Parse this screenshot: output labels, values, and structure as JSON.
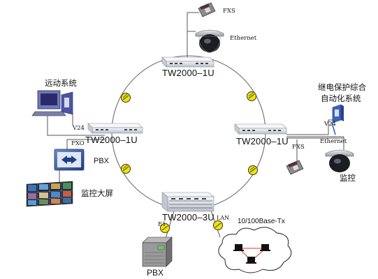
{
  "nodes": {
    "top": "TW2000–1U",
    "left": "TW2000–1U",
    "right": "TW2000–1U",
    "bottom": "TW2000–3U"
  },
  "labels": {
    "fxs_top": "FXS",
    "ethernet_top": "Ethernet",
    "remote_system": "远动系统",
    "v24_left": "V24",
    "fxo": "FXO",
    "pbx_left": "PBX",
    "monitor_wall": "监控大屏",
    "relay_line1": "继电保护综合",
    "relay_line2": "自动化系统",
    "v24_right": "V24",
    "ethernet_right": "Ethernet",
    "fxs_right": "FXS",
    "monitor": "监控",
    "e1": "E1",
    "lan": "LAN",
    "lan_type": "10/100Base-Tx",
    "pbx_bottom": "PBX"
  },
  "colors": {
    "ring": "#6f6f6f",
    "link_badge": "#f2e400",
    "device_body": "#e3e6ec",
    "lan_link": "#e0322b"
  },
  "icons": [
    "telephone-icon",
    "dome-camera-icon",
    "computer-terminal-icon",
    "pbx-switchboard-icon",
    "video-wall-icon",
    "protection-system-icon",
    "pbx-cabinet-icon",
    "lan-cloud-icon"
  ]
}
